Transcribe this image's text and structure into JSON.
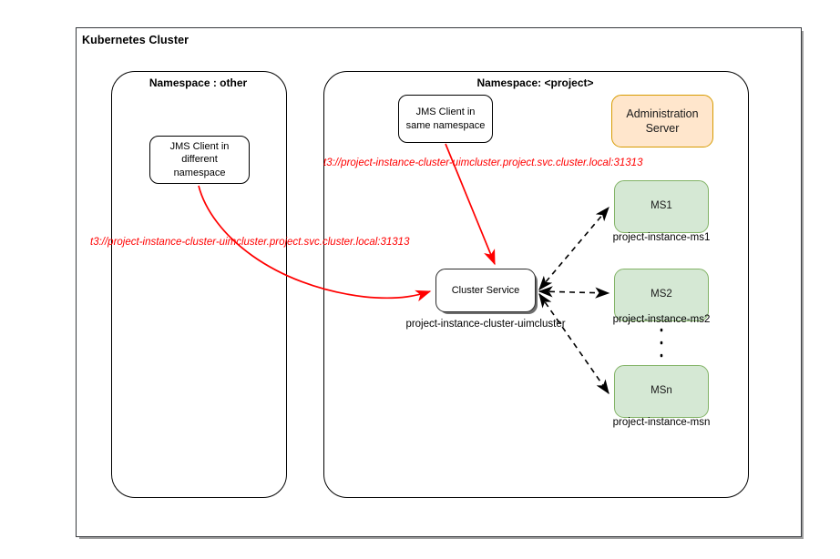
{
  "diagram": {
    "cluster_title": "Kubernetes Cluster",
    "namespaces": [
      {
        "id": "other",
        "title": "Namespace : other"
      },
      {
        "id": "project",
        "title": "Namespace: <project>"
      }
    ],
    "nodes": {
      "jms_client_other": {
        "label": "JMS Client in different namespace"
      },
      "jms_client_project": {
        "label": "JMS Client in same namespace"
      },
      "cluster_service": {
        "label": "Cluster Service",
        "caption": "project-instance-cluster-uimcluster"
      },
      "admin_server": {
        "label": "Administration Server"
      },
      "managed_servers": [
        {
          "label": "MS1",
          "caption": "project-instance-ms1"
        },
        {
          "label": "MS2",
          "caption": "project-instance-ms2"
        },
        {
          "label": "MSn",
          "caption": "project-instance-msn"
        }
      ]
    },
    "connections": {
      "url_from_same_namespace": "t3://project-instance-cluster-uimcluster.project.svc.cluster.local:31313",
      "url_from_different_namespace": "t3://project-instance-cluster-uimcluster.project.svc.cluster.local:31313"
    },
    "colors": {
      "url_text": "#ff0000",
      "arrow_red": "#ff0000",
      "arrow_dashed": "#000000",
      "managed_server_fill": "#d5e8d4",
      "managed_server_border": "#82b366",
      "admin_server_fill": "#ffe6cc",
      "admin_server_border": "#d79b00",
      "node_border": "#000000",
      "cluster_border": "#36393d"
    }
  }
}
